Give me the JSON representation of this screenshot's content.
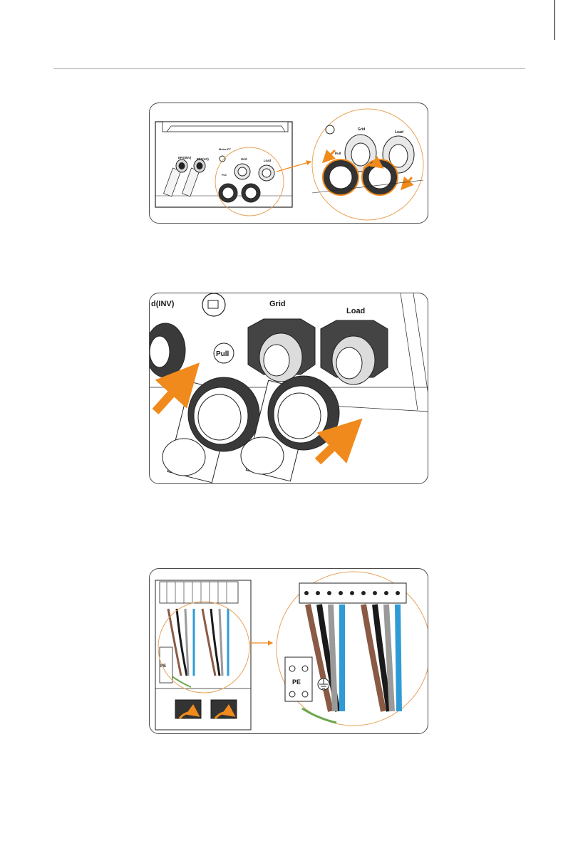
{
  "header": {
    "divider": true
  },
  "figure1": {
    "labels": {
      "left_1": "EPS(INV)",
      "left_2": "EPS(LD)",
      "meter": "Meter/CT",
      "grid": "Grid",
      "load": "Load",
      "pull": "Pull",
      "zoom_grid": "Grid",
      "zoom_load": "Load"
    }
  },
  "figure2": {
    "labels": {
      "port_partial": "d(INV)",
      "grid": "Grid",
      "load": "Load",
      "pull": "Pull"
    }
  },
  "figure3": {
    "labels": {
      "pe_small": "PE",
      "pe_zoom": "PE"
    }
  },
  "colors": {
    "accent": "#f08a1c",
    "wire_brown": "#8a5a44",
    "wire_black": "#1a1a1a",
    "wire_grey": "#9a9a9a",
    "wire_blue": "#2f9bd6",
    "wire_earth": "#6aa84f"
  }
}
